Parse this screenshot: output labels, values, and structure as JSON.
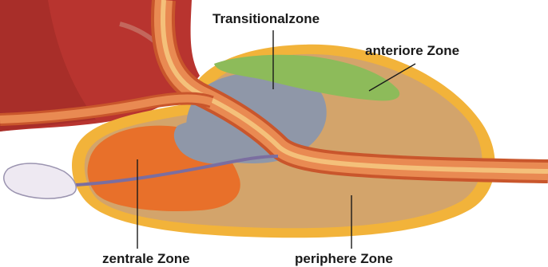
{
  "labels": {
    "transitional": "Transitionalzone",
    "anterior": "anteriore Zone",
    "central": "zentrale Zone",
    "peripheral": "periphere Zone"
  },
  "colors": {
    "bladder": "#b8342f",
    "bladder_dark": "#8f2622",
    "prostate_outer": "#f2b33a",
    "prostate_fill": "#d3a46b",
    "central_zone": "#e8702a",
    "transitional_zone": "#8f97a8",
    "anterior_zone": "#8dbb5a",
    "urethra": "#d9693a",
    "urethra_inner": "#f4c07a"
  }
}
